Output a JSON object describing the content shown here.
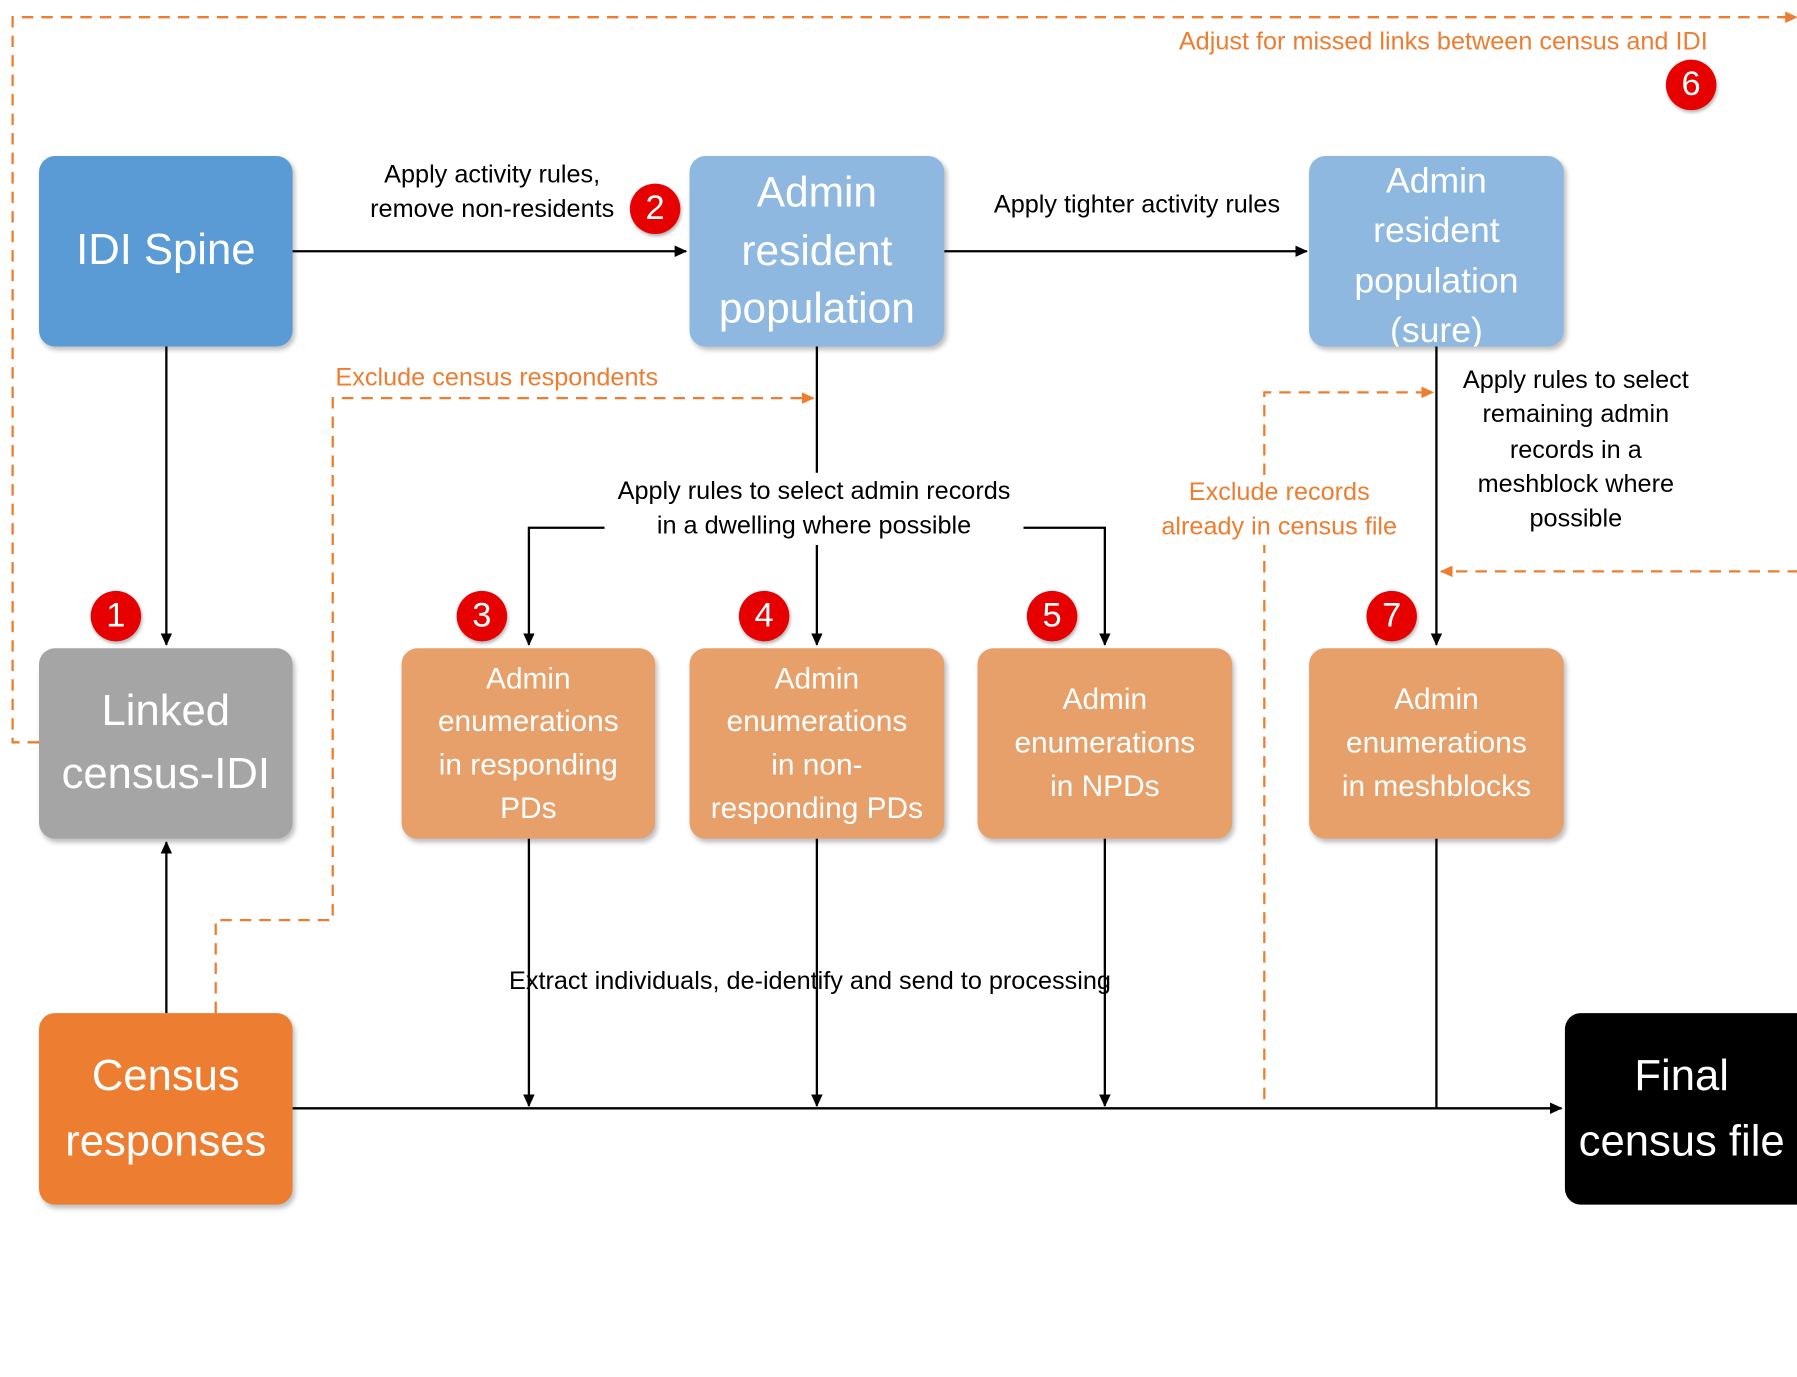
{
  "colors": {
    "blue_dark": "#5b9bd5",
    "blue_light": "#8fb8e0",
    "grey": "#a5a5a5",
    "salmon": "#e8a06b",
    "orange": "#ed7d31",
    "black": "#000000",
    "badge_red": "#e60000"
  },
  "boxes": {
    "idi_spine": "IDI Spine",
    "admin_resident": "Admin\nresident\npopulation",
    "admin_sure": "Admin\nresident\npopulation\n(sure)",
    "linked": "Linked\ncensus-IDI",
    "responding_pds": "Admin\nenumerations\nin responding\nPDs",
    "non_responding_pds": "Admin\nenumerations\nin non-\nresponding PDs",
    "npds": "Admin\nenumerations\nin NPDs",
    "meshblocks": "Admin\nenumerations\nin meshblocks",
    "census_responses": "Census\nresponses",
    "final": "Final\ncensus file"
  },
  "labels": {
    "activity_rules": "Apply activity rules,\nremove non-residents",
    "tighter_rules": "Apply tighter activity rules",
    "exclude_respondents": "Exclude census respondents",
    "select_dwelling": "Apply rules to select admin records\nin a dwelling where possible",
    "exclude_records": "Exclude records\nalready in census file",
    "select_meshblock": "Apply rules to select\nremaining admin\nrecords in a\nmeshblock where\npossible",
    "missed_links": "Adjust for missed links between census and IDI",
    "extract": "Extract individuals, de-identify and send to processing"
  },
  "badges": [
    "1",
    "2",
    "3",
    "4",
    "5",
    "6",
    "7"
  ]
}
